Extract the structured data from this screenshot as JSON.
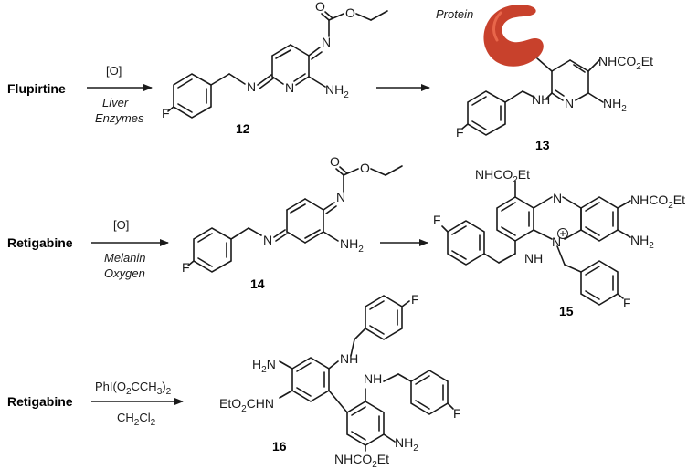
{
  "reactions": [
    {
      "reactant": "Flupirtine",
      "conditions_above": "[O]",
      "conditions_below": [
        "Liver",
        "Enzymes"
      ],
      "products": [
        "12",
        "13"
      ],
      "protein_label": "Protein"
    },
    {
      "reactant": "Retigabine",
      "conditions_above": "[O]",
      "conditions_below": [
        "Melanin",
        "Oxygen"
      ],
      "products": [
        "14",
        "15"
      ]
    },
    {
      "reactant": "Retigabine",
      "conditions_above": "PhI(O2CCH3)2",
      "conditions_below": [
        "CH2Cl2"
      ],
      "products": [
        "16"
      ]
    }
  ],
  "atom_labels": {
    "F": "F",
    "N": "N",
    "O": "O",
    "NH": "NH",
    "NH2": "NH2",
    "NHCO2Et": "NHCO2Et",
    "EtO2CHN": "EtO2CHN",
    "H2N": "H2N"
  },
  "colors": {
    "ink": "#1a1a1a",
    "protein": "#c8412c",
    "protein_highlight": "#e8664a"
  }
}
